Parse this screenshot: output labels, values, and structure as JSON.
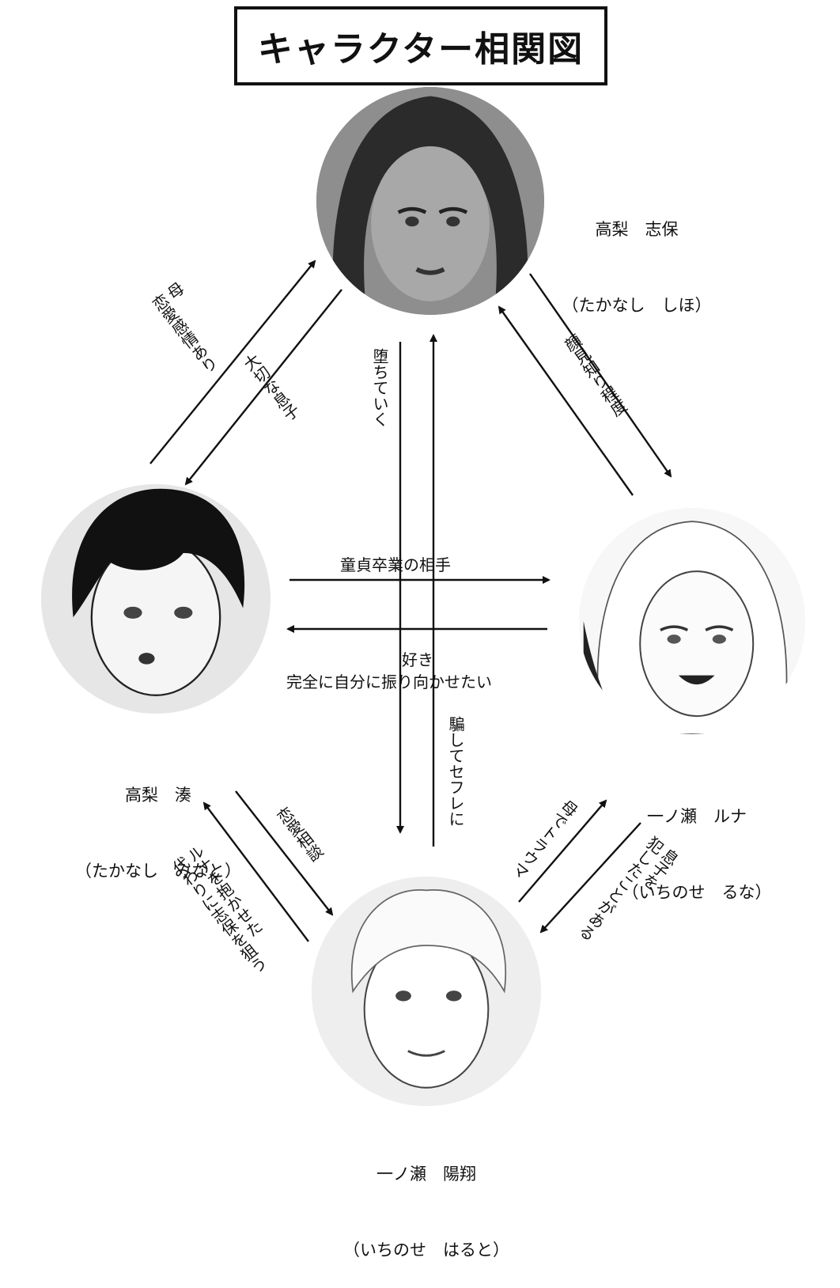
{
  "title": "キャラクター相関図",
  "characters": {
    "shiho": {
      "name": "高梨　志保",
      "reading": "（たかなし　しほ）"
    },
    "minato": {
      "name": "高梨　湊",
      "reading": "（たかなし　みなと）"
    },
    "runa": {
      "name": "一ノ瀬　ルナ",
      "reading": "（いちのせ　るな）"
    },
    "haruto": {
      "name": "一ノ瀬　陽翔",
      "reading": "（いちのせ　はると）"
    }
  },
  "relations": {
    "minato_to_shiho": "母\n恋愛感情あり",
    "shiho_to_minato": "大切な息子",
    "shiho_to_haruto": "堕ちていく",
    "haruto_to_shiho": "騙してセフレに",
    "shiho_runa": "顔見知り程度",
    "minato_to_runa": "童貞卒業の相手",
    "runa_to_minato_1": "好き",
    "runa_to_minato_2": "完全に自分に振り向かせたい",
    "minato_to_haruto": "恋愛相談",
    "haruto_to_minato": "ルナを抱かせた\n代わりに志保を狙う",
    "haruto_to_runa": "母でトラウマ",
    "runa_to_haruto": "息子を\n犯したことがある"
  }
}
